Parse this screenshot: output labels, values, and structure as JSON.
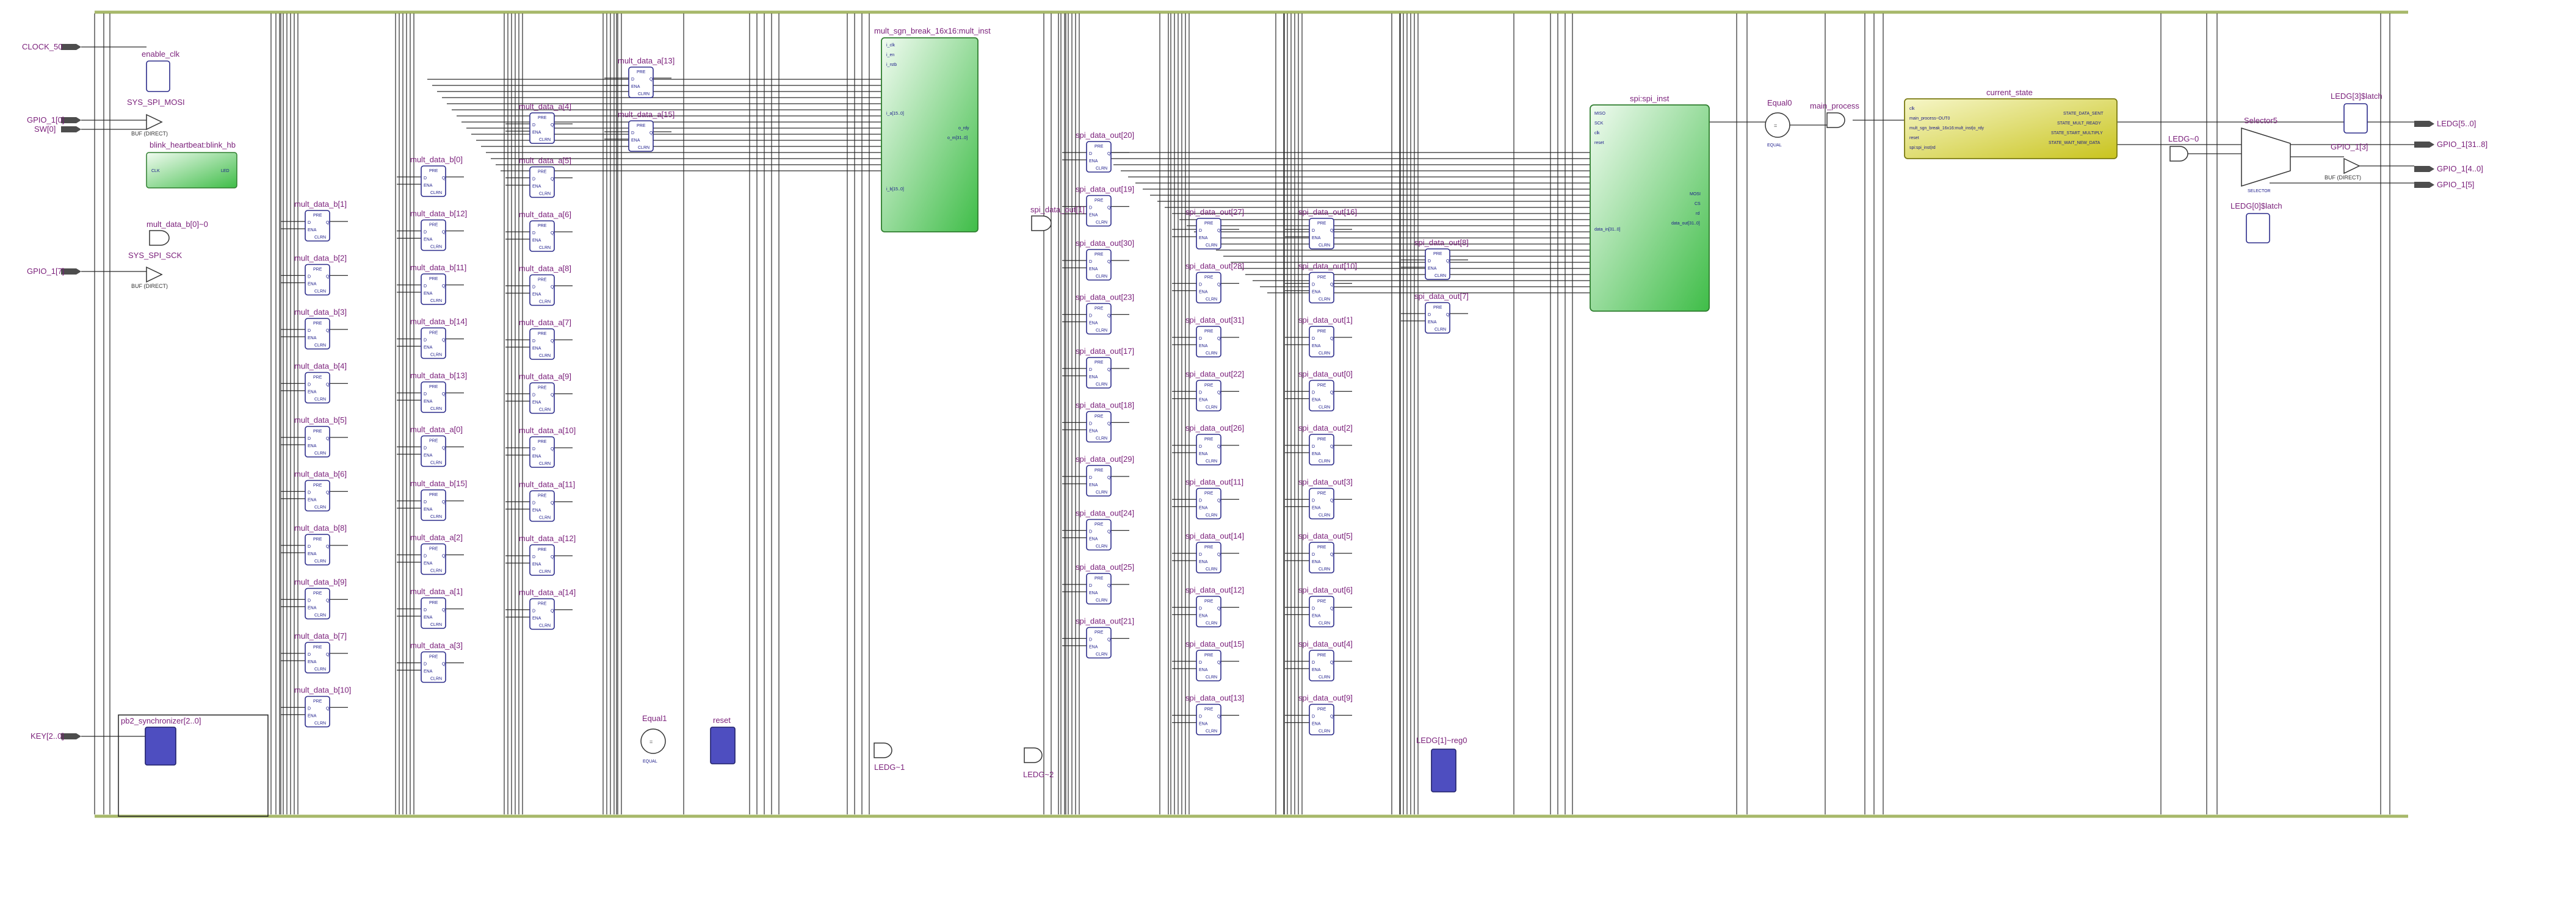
{
  "ports_left": [
    "CLOCK_50",
    "GPIO_1[0]",
    "SW[0]",
    "GPIO_1[7]",
    "KEY[2..0]"
  ],
  "ports_right": [
    "LEDG[5..0]",
    "GPIO_1[31..8]",
    "GPIO_1[4..0]",
    "GPIO_1[5]"
  ],
  "pin_text": {
    "pre": "PRE",
    "d": "D",
    "q": "Q",
    "ena": "ENA",
    "clrn": "CLRN",
    "buf": "BUF (DIRECT)",
    "equal": "=",
    "equal_in": "EQUAL",
    "selector": "SELECTOR"
  },
  "misc_labels": {
    "enable_clk": "enable_clk",
    "mosi": "SYS_SPI_MOSI",
    "sck": "SYS_SPI_SCK",
    "blink": "blink_heartbeat:blink_hb",
    "mux0": "mult_data_b[0]~0",
    "sync": "pb2_synchronizer[2..0]",
    "equal1": "Equal1",
    "reset": "reset",
    "ledg1": "LEDG~1",
    "ledg2": "LEDG~2",
    "ledg1reg": "LEDG[1]~reg0",
    "mult": "mult_sgn_break_16x16:mult_inst",
    "spi_mux": "spi_data_out[1]",
    "spi": "spi:spi_inst",
    "equal0": "Equal0",
    "main_proc": "main_process",
    "current_state": "current_state",
    "ledg0": "LEDG~0",
    "selector5": "Selector5",
    "ledg0latch": "LEDG[0]$latch",
    "ledg3latch": "LEDG[3]$latch",
    "gpio13": "GPIO_1[3]",
    "gpio13buf": "BUF (DIRECT)"
  },
  "mult_ports": [
    "i_clk",
    "i_en",
    "i_rstb",
    "i_a[15..0]",
    "i_b[15..0]",
    "o_rdy",
    "o_m[31..0]"
  ],
  "spi_ports": [
    "MISO",
    "SCK",
    "clk",
    "reset",
    "data_in[31..0]",
    "MOSI",
    "CS",
    "rd",
    "data_out[31..0]"
  ],
  "state_ports": [
    "clk",
    "main_process~OUT0",
    "mult_sgn_break_16x16:mult_inst|o_rdy",
    "reset",
    "spi:spi_inst|rd"
  ],
  "state_outputs": [
    "STATE_DATA_SENT",
    "STATE_MULT_READY",
    "STATE_START_MULTIPLY",
    "STATE_WAIT_NEW_DATA"
  ],
  "registers": [
    {
      "label": "mult_data_b[1]"
    },
    {
      "label": "mult_data_b[2]"
    },
    {
      "label": "mult_data_b[3]"
    },
    {
      "label": "mult_data_b[4]"
    },
    {
      "label": "mult_data_b[5]"
    },
    {
      "label": "mult_data_b[6]"
    },
    {
      "label": "mult_data_b[8]"
    },
    {
      "label": "mult_data_b[9]"
    },
    {
      "label": "mult_data_b[7]"
    },
    {
      "label": "mult_data_b[10]"
    },
    {
      "label": "mult_data_b[0]"
    },
    {
      "label": "mult_data_b[12]"
    },
    {
      "label": "mult_data_b[11]"
    },
    {
      "label": "mult_data_b[14]"
    },
    {
      "label": "mult_data_b[13]"
    },
    {
      "label": "mult_data_a[0]"
    },
    {
      "label": "mult_data_b[15]"
    },
    {
      "label": "mult_data_a[2]"
    },
    {
      "label": "mult_data_a[1]"
    },
    {
      "label": "mult_data_a[3]"
    },
    {
      "label": "mult_data_a[4]"
    },
    {
      "label": "mult_data_a[5]"
    },
    {
      "label": "mult_data_a[6]"
    },
    {
      "label": "mult_data_a[8]"
    },
    {
      "label": "mult_data_a[7]"
    },
    {
      "label": "mult_data_a[9]"
    },
    {
      "label": "mult_data_a[10]"
    },
    {
      "label": "mult_data_a[11]"
    },
    {
      "label": "mult_data_a[12]"
    },
    {
      "label": "mult_data_a[14]"
    },
    {
      "label": "mult_data_a[13]"
    },
    {
      "label": "mult_data_a[15]"
    },
    {
      "label": "spi_data_out[20]"
    },
    {
      "label": "spi_data_out[19]"
    },
    {
      "label": "spi_data_out[30]"
    },
    {
      "label": "spi_data_out[23]"
    },
    {
      "label": "spi_data_out[17]"
    },
    {
      "label": "spi_data_out[18]"
    },
    {
      "label": "spi_data_out[29]"
    },
    {
      "label": "spi_data_out[24]"
    },
    {
      "label": "spi_data_out[25]"
    },
    {
      "label": "spi_data_out[21]"
    },
    {
      "label": "spi_data_out[27]"
    },
    {
      "label": "spi_data_out[28]"
    },
    {
      "label": "spi_data_out[31]"
    },
    {
      "label": "spi_data_out[22]"
    },
    {
      "label": "spi_data_out[26]"
    },
    {
      "label": "spi_data_out[11]"
    },
    {
      "label": "spi_data_out[14]"
    },
    {
      "label": "spi_data_out[12]"
    },
    {
      "label": "spi_data_out[15]"
    },
    {
      "label": "spi_data_out[13]"
    },
    {
      "label": "spi_data_out[16]"
    },
    {
      "label": "spi_data_out[10]"
    },
    {
      "label": "spi_data_out[1]"
    },
    {
      "label": "spi_data_out[0]"
    },
    {
      "label": "spi_data_out[2]"
    },
    {
      "label": "spi_data_out[3]"
    },
    {
      "label": "spi_data_out[5]"
    },
    {
      "label": "spi_data_out[6]"
    },
    {
      "label": "spi_data_out[4]"
    },
    {
      "label": "spi_data_out[9]"
    },
    {
      "label": "spi_data_out[8]"
    },
    {
      "label": "spi_data_out[7]"
    }
  ],
  "colors": {
    "rail": "#a7b86a",
    "register_border": "#2b2b8a",
    "register_fill_dark": "#4e4ec0",
    "module_green": "#52c85a",
    "module_yellow": "#d8d832",
    "label": "#7a1f7a",
    "wire": "#2a2a2a"
  }
}
